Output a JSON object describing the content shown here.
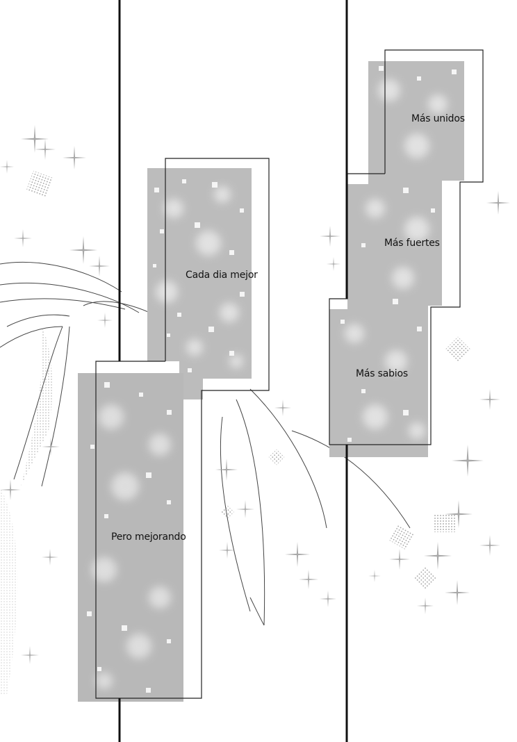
{
  "captions": {
    "c1": "Cada dia mejor",
    "c2": "Pero mejorando",
    "c3": "Más unidos",
    "c4": "Más fuertes",
    "c5": "Más sabios"
  },
  "colors": {
    "background": "#ffffff",
    "panel_border": "#111111",
    "screentone": "#bdbdbd",
    "sparkle": "#9a9a9a"
  }
}
